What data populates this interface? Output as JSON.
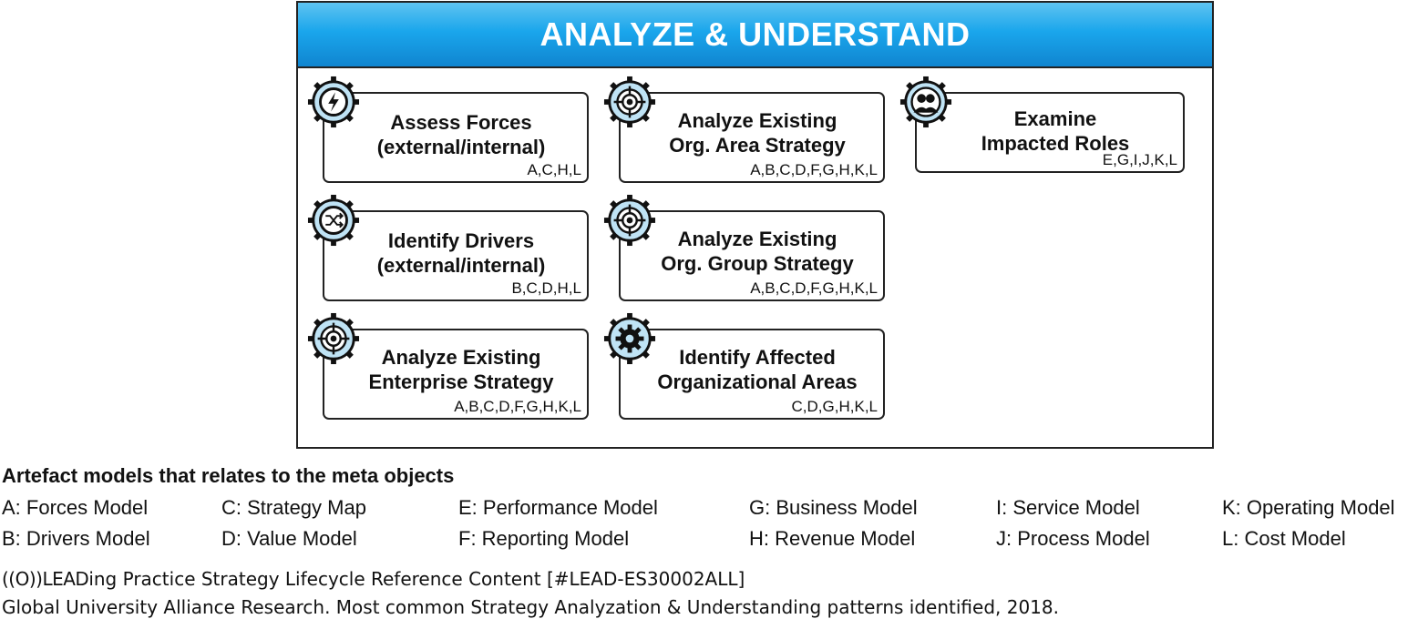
{
  "header": {
    "title": "ANALYZE & UNDERSTAND"
  },
  "cards": [
    {
      "title_line1": "Assess Forces",
      "title_line2": "(external/internal)",
      "codes": "A,C,H,L",
      "icon": "lightning-icon"
    },
    {
      "title_line1": "Analyze Existing",
      "title_line2": "Org. Area Strategy",
      "codes": "A,B,C,D,F,G,H,K,L",
      "icon": "target-icon"
    },
    {
      "title_line1": "Examine",
      "title_line2": "Impacted Roles",
      "codes": "E,G,I,J,K,L",
      "icon": "people-icon"
    },
    {
      "title_line1": "Identify Drivers",
      "title_line2": "(external/internal)",
      "codes": "B,C,D,H,L",
      "icon": "shuffle-icon"
    },
    {
      "title_line1": "Analyze Existing",
      "title_line2": "Org. Group Strategy",
      "codes": "A,B,C,D,F,G,H,K,L",
      "icon": "target-icon"
    },
    {
      "title_line1": "Analyze Existing",
      "title_line2": "Enterprise Strategy",
      "codes": "A,B,C,D,F,G,H,K,L",
      "icon": "target-icon"
    },
    {
      "title_line1": "Identify Affected",
      "title_line2": "Organizational Areas",
      "codes": "C,D,G,H,K,L",
      "icon": "gear-icon"
    }
  ],
  "legend": {
    "title": "Artefact models that relates to the meta objects",
    "items": [
      "A: Forces Model",
      "B: Drivers Model",
      "C: Strategy Map",
      "D: Value Model",
      "E: Performance Model",
      "F: Reporting Model",
      "G: Business Model",
      "H: Revenue Model",
      "I: Service Model",
      "J: Process Model",
      "K: Operating Model",
      "L: Cost Model"
    ]
  },
  "footer": {
    "logo": "((O))LEAD",
    "line1_rest": "ing Practice Strategy Lifecycle Reference Content [#LEAD-ES30002ALL]",
    "line2": "Global University Alliance Research. Most common Strategy Analyzation & Understanding patterns identified, 2018."
  },
  "colors": {
    "header_blue": "#1aa6ec",
    "icon_fill": "#bfe3f5",
    "border": "#222222"
  }
}
